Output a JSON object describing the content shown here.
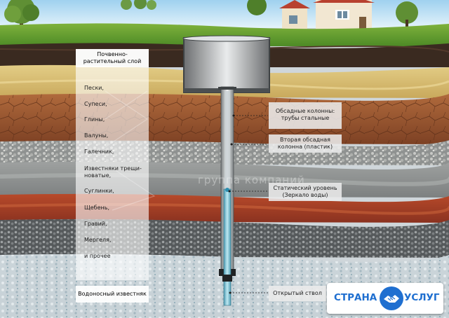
{
  "soil_layers": {
    "top": "Почвенно-\nрастительный слой",
    "items": [
      "Пески,",
      "Супеси,",
      "Глины,",
      "Валуны,",
      "Галечник,",
      "Известняки трещи-\nноватые,",
      "Суглинки,",
      "Щебень,",
      "Гравий,",
      "Мергеля,",
      "и прочее"
    ],
    "bottom": "Водоносный известняк"
  },
  "callouts": {
    "casing_steel": "Обсадные колонны:\nтрубы стальные",
    "casing_plastic": "Вторая обсадная\nколонна (пластик)",
    "static_level": "Статический уровень\n(Зеркало воды)",
    "open_hole": "Открытый ствол"
  },
  "watermark": "группа компаний",
  "badge": {
    "left": "СТРАНА",
    "right": "УСЛУГ"
  },
  "colors": {
    "badge_blue": "#1f6fd0",
    "sky": "#bfe3f6",
    "grass": "#5e9a2f",
    "topsoil": "#3a2a20",
    "sand": "#d9c17a",
    "clay": "#9b5a34",
    "gravel": "#b8b6b1",
    "red_layer": "#a8442c",
    "water": "#7fc3d6"
  }
}
